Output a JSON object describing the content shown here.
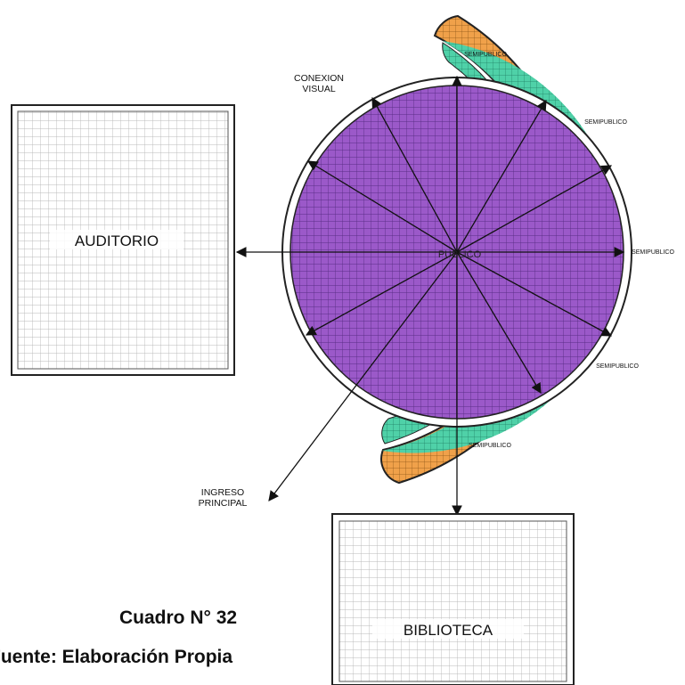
{
  "diagram": {
    "labels": {
      "conexion_line1": "CONEXION",
      "conexion_line2": "VISUAL",
      "publico": "PUBLICO",
      "auditorio": "AUDITORIO",
      "biblioteca": "BIBLIOTECA",
      "ingreso_line1": "INGRESO",
      "ingreso_line2": "PRINCIPAL",
      "semipublico_1": "SEMIPUBLICO",
      "semipublico_2": "SEMIPUBLICO",
      "semipublico_3": "SEMIPUBLICO",
      "semipublico_4": "SEMIPUBLICO",
      "semipublico_5": "SEMIPUBLICO"
    },
    "colors": {
      "publico_fill": "#9b59c9",
      "publico_grid": "#5a2d86",
      "semipublico_inner": "#4fd1a8",
      "semipublico_outer": "#f0a14a",
      "room_grid": "#b9b9b9",
      "outline": "#222222"
    }
  },
  "caption": {
    "line1": "Cuadro N° 32",
    "line2": "Fuente: Elaboración Propia"
  }
}
